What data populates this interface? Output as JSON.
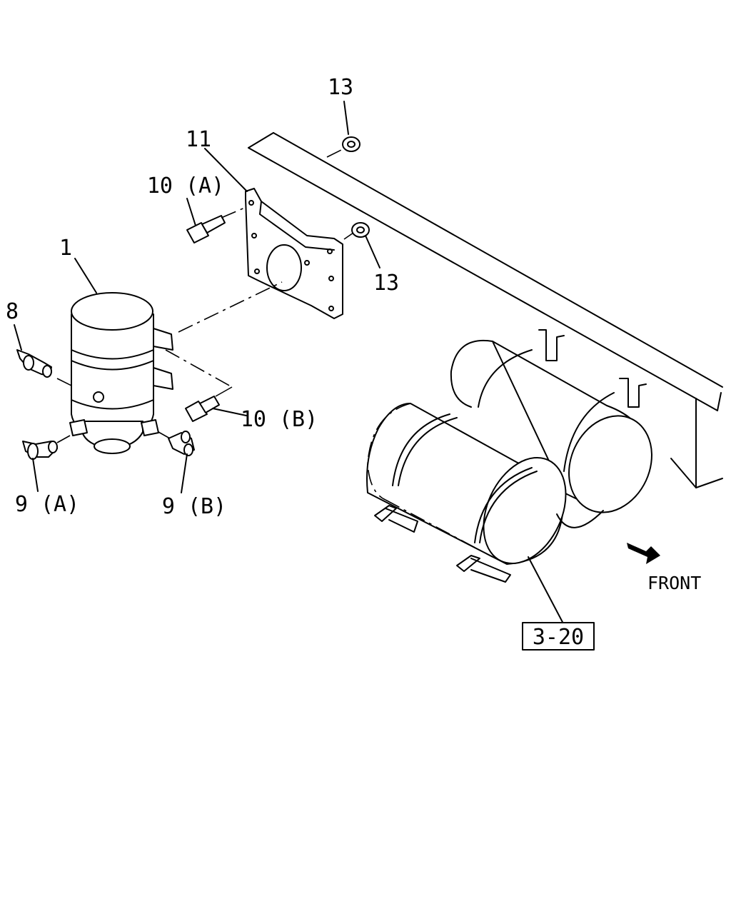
{
  "labels": {
    "part_1": "1",
    "part_8": "8",
    "part_9a": "9 (A)",
    "part_9b": "9 (B)",
    "part_10a": "10 (A)",
    "part_10b": "10 (B)",
    "part_11": "11",
    "part_13_top": "13",
    "part_13_mid": "13",
    "ref_box": "3-20",
    "front": "FRONT"
  },
  "icons": {
    "front_arrow": "front-direction-arrow-icon"
  }
}
